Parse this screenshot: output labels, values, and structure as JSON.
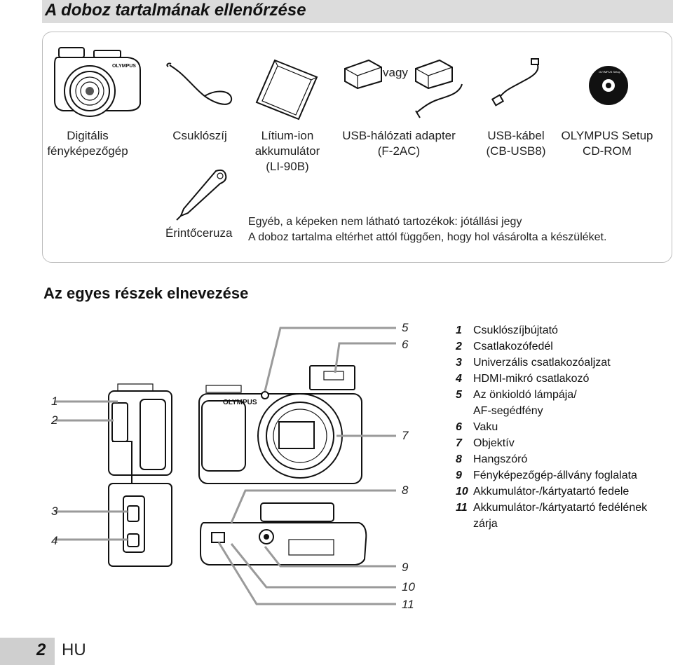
{
  "header": {
    "title": "A doboz tartalmának ellenőrzése"
  },
  "box": {
    "items": [
      {
        "line1": "Digitális",
        "line2": "fényképezőgép",
        "line3": ""
      },
      {
        "line1": "Csuklószíj",
        "line2": "",
        "line3": ""
      },
      {
        "line1": "Lítium-ion",
        "line2": "akkumulátor",
        "line3": "(LI-90B)"
      },
      {
        "line1": "USB-hálózati adapter",
        "line2": "(F-2AC)",
        "line3": ""
      },
      {
        "line1": "USB-kábel",
        "line2": "(CB-USB8)",
        "line3": ""
      },
      {
        "line1": "OLYMPUS Setup",
        "line2": "CD-ROM",
        "line3": ""
      }
    ],
    "or_label": "vagy",
    "stylus_label": "Érintőceruza",
    "note_line1": "Egyéb, a képeken nem látható tartozékok: jótállási jegy",
    "note_line2": "A doboz tartalma eltérhet attól függően, hogy hol vásárolta a készüléket.",
    "brand": "OLYMPUS",
    "cd_label": "OLYMPUS Setup"
  },
  "parts": {
    "title": "Az egyes részek elnevezése",
    "callouts": [
      "1",
      "2",
      "3",
      "4",
      "5",
      "6",
      "7",
      "8",
      "9",
      "10",
      "11"
    ],
    "legend": [
      {
        "num": "1",
        "label": "Csuklószíjbújtató"
      },
      {
        "num": "2",
        "label": "Csatlakozófedél"
      },
      {
        "num": "3",
        "label": "Univerzális csatlakozóaljzat"
      },
      {
        "num": "4",
        "label": "HDMI-mikró csatlakozó"
      },
      {
        "num": "5",
        "label": "Az önkioldó lámpája/ AF-segédfény"
      },
      {
        "num": "6",
        "label": "Vaku"
      },
      {
        "num": "7",
        "label": "Objektív"
      },
      {
        "num": "8",
        "label": "Hangszóró"
      },
      {
        "num": "9",
        "label": "Fényképezőgép-állvány foglalata"
      },
      {
        "num": "10",
        "label": "Akkumulátor-/kártyatartó fedele"
      },
      {
        "num": "11",
        "label": "Akkumulátor-/kártyatartó fedélének zárja"
      }
    ]
  },
  "footer": {
    "page": "2",
    "lang": "HU"
  }
}
